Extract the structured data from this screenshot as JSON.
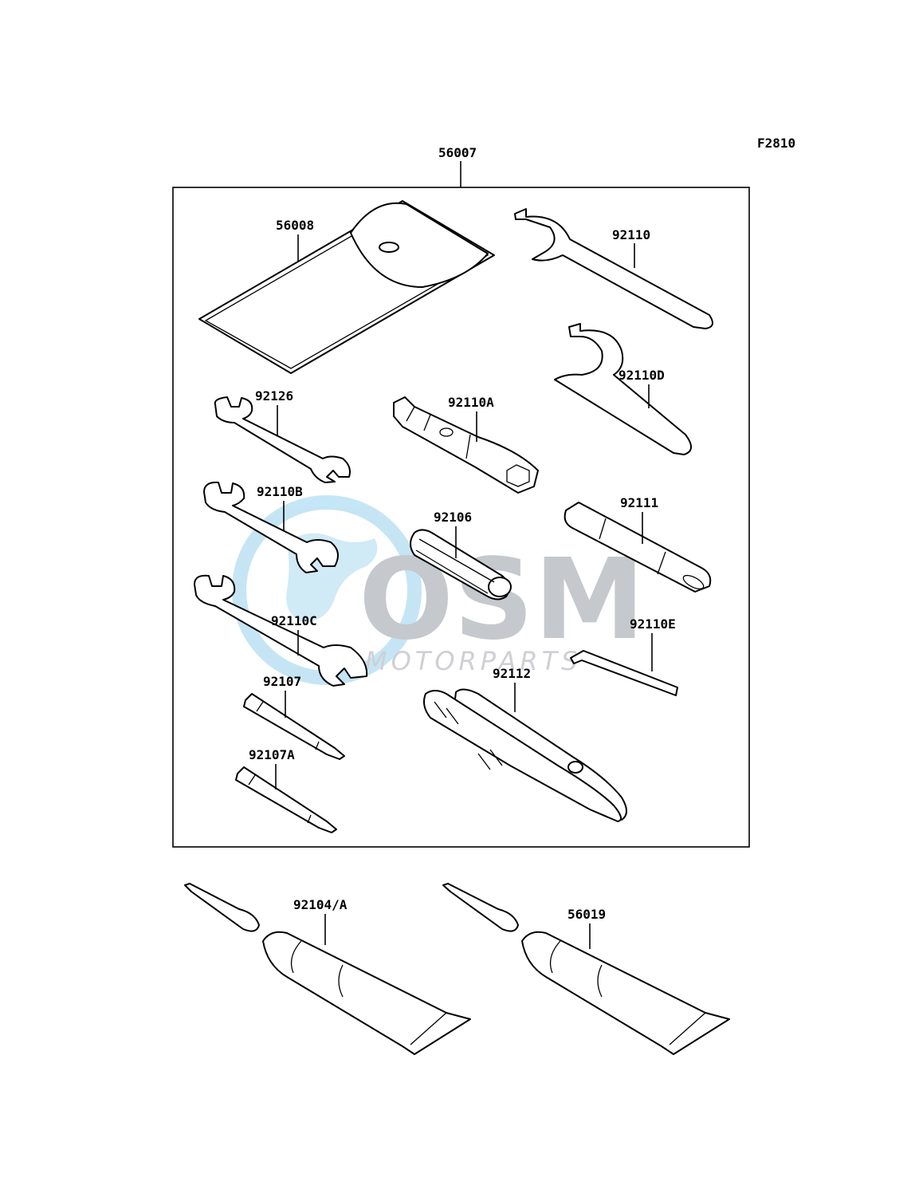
{
  "figure_code": "F2810",
  "watermark": {
    "brand": "OSM",
    "tagline": "MOTORPARTS",
    "colors": {
      "globe": "#a9d6ee",
      "letters": "#bfc3c8"
    }
  },
  "kit_label": "56007",
  "parts": [
    {
      "id": "p56008",
      "label": "56008",
      "icon": "tool-pouch"
    },
    {
      "id": "p92110",
      "label": "92110",
      "icon": "hook-spanner"
    },
    {
      "id": "p92110D",
      "label": "92110D",
      "icon": "hook-spanner"
    },
    {
      "id": "p92126",
      "label": "92126",
      "icon": "open-end-wrench"
    },
    {
      "id": "p92110A",
      "label": "92110A",
      "icon": "spark-plug-wrench"
    },
    {
      "id": "p92110B",
      "label": "92110B",
      "icon": "open-end-wrench"
    },
    {
      "id": "p92106",
      "label": "92106",
      "icon": "socket"
    },
    {
      "id": "p92111",
      "label": "92111",
      "icon": "extension-handle"
    },
    {
      "id": "p92110C",
      "label": "92110C",
      "icon": "open-end-wrench"
    },
    {
      "id": "p92110E",
      "label": "92110E",
      "icon": "hex-key"
    },
    {
      "id": "p92107",
      "label": "92107",
      "icon": "screwdriver-bit"
    },
    {
      "id": "p92112",
      "label": "92112",
      "icon": "pliers"
    },
    {
      "id": "p92107A",
      "label": "92107A",
      "icon": "screwdriver-bit"
    },
    {
      "id": "p92104A",
      "label": "92104/A",
      "icon": "grease-tube"
    },
    {
      "id": "p56019",
      "label": "56019",
      "icon": "grease-tube"
    }
  ]
}
